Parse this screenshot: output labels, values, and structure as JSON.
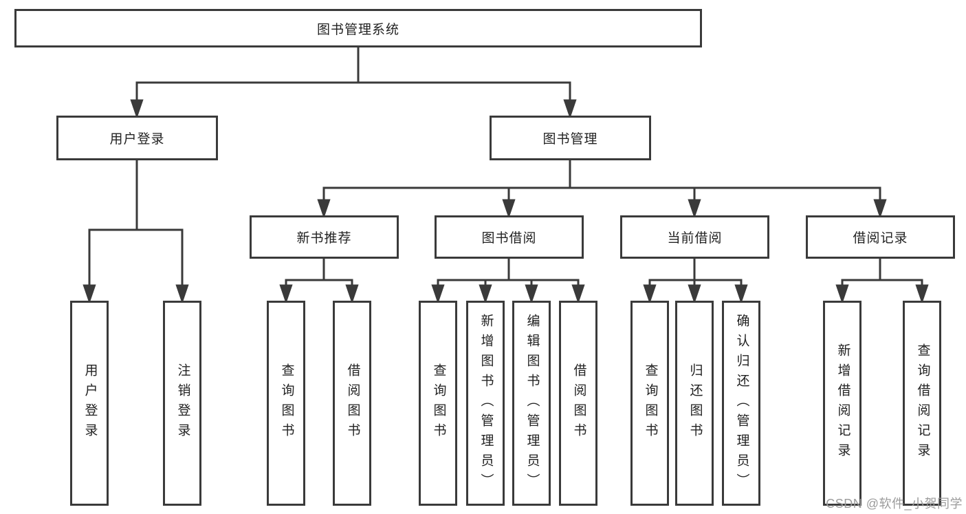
{
  "diagram_title": "图书管理系统",
  "tree": {
    "root": {
      "label": "图书管理系统"
    },
    "branches": [
      {
        "label": "用户登录",
        "children": [
          {
            "label": "用户登录"
          },
          {
            "label": "注销登录"
          }
        ]
      },
      {
        "label": "图书管理",
        "children": [
          {
            "label": "新书推荐",
            "children": [
              {
                "label": "查询图书"
              },
              {
                "label": "借阅图书"
              }
            ]
          },
          {
            "label": "图书借阅",
            "children": [
              {
                "label": "查询图书"
              },
              {
                "label": "新增图书（管理员）"
              },
              {
                "label": "编辑图书（管理员）"
              },
              {
                "label": "借阅图书"
              }
            ]
          },
          {
            "label": "当前借阅",
            "children": [
              {
                "label": "查询图书"
              },
              {
                "label": "归还图书"
              },
              {
                "label": "确认归还（管理员）"
              }
            ]
          },
          {
            "label": "借阅记录",
            "children": [
              {
                "label": "新增借阅记录"
              },
              {
                "label": "查询借阅记录"
              }
            ]
          }
        ]
      }
    ]
  },
  "watermark": {
    "text": "CSDN @软件_小贺同学"
  },
  "colors": {
    "line": "#3a3a3a",
    "text": "#222222",
    "watermark": "#9b9b9b",
    "background": "#ffffff"
  }
}
